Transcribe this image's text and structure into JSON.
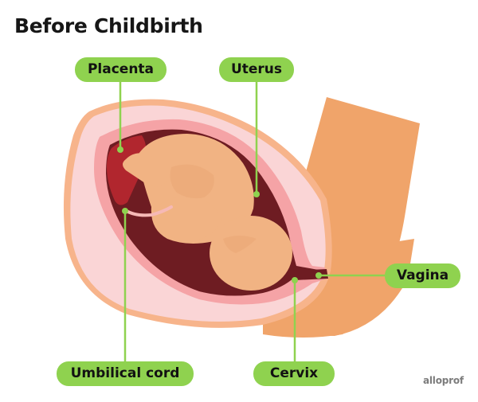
{
  "title": "Before Childbirth",
  "labels": {
    "placenta": "Placenta",
    "uterus": "Uterus",
    "vagina": "Vagina",
    "umbilical_cord": "Umbilical cord",
    "cervix": "Cervix"
  },
  "brand": "alloprof",
  "colors": {
    "label_bg": "#8fd24f",
    "leader_line": "#8fd24f",
    "body_skin": "#f0a46a",
    "abdomen_pink": "#fad5d6",
    "uterus_wall": "#f5a3a6",
    "placenta": "#b1262e",
    "cavity": "#6e1c22",
    "fetus": "#f1b383"
  }
}
